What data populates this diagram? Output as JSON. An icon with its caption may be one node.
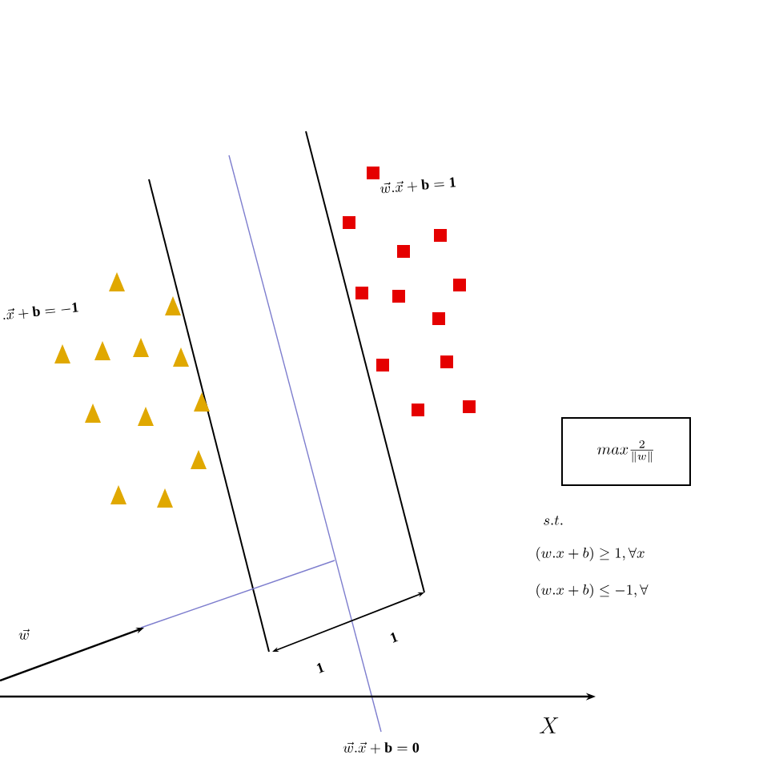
{
  "diagram": {
    "nodes": [
      {
        "text": [
          "max\\frac{2}{\\|w\\|}"
        ]
      }
    ],
    "labels": [
      "\\vec{w}.\\vec{x}+\\mathbf{b}=\\mathbf{1}",
      ".\\vec{x}+\\mathbf{b}=-\\mathbf{1}",
      "s.t.",
      "(w.x+b)\\geq 1,\\forall x",
      "(w.x+b)\\leq -1,\\forall",
      "\\vec{w}",
      "\\mathbf{1}",
      "\\mathbf{1}",
      "X",
      "\\vec{w}.\\vec{x}+\\mathbf{b}=\\mathbf{0}"
    ]
  }
}
